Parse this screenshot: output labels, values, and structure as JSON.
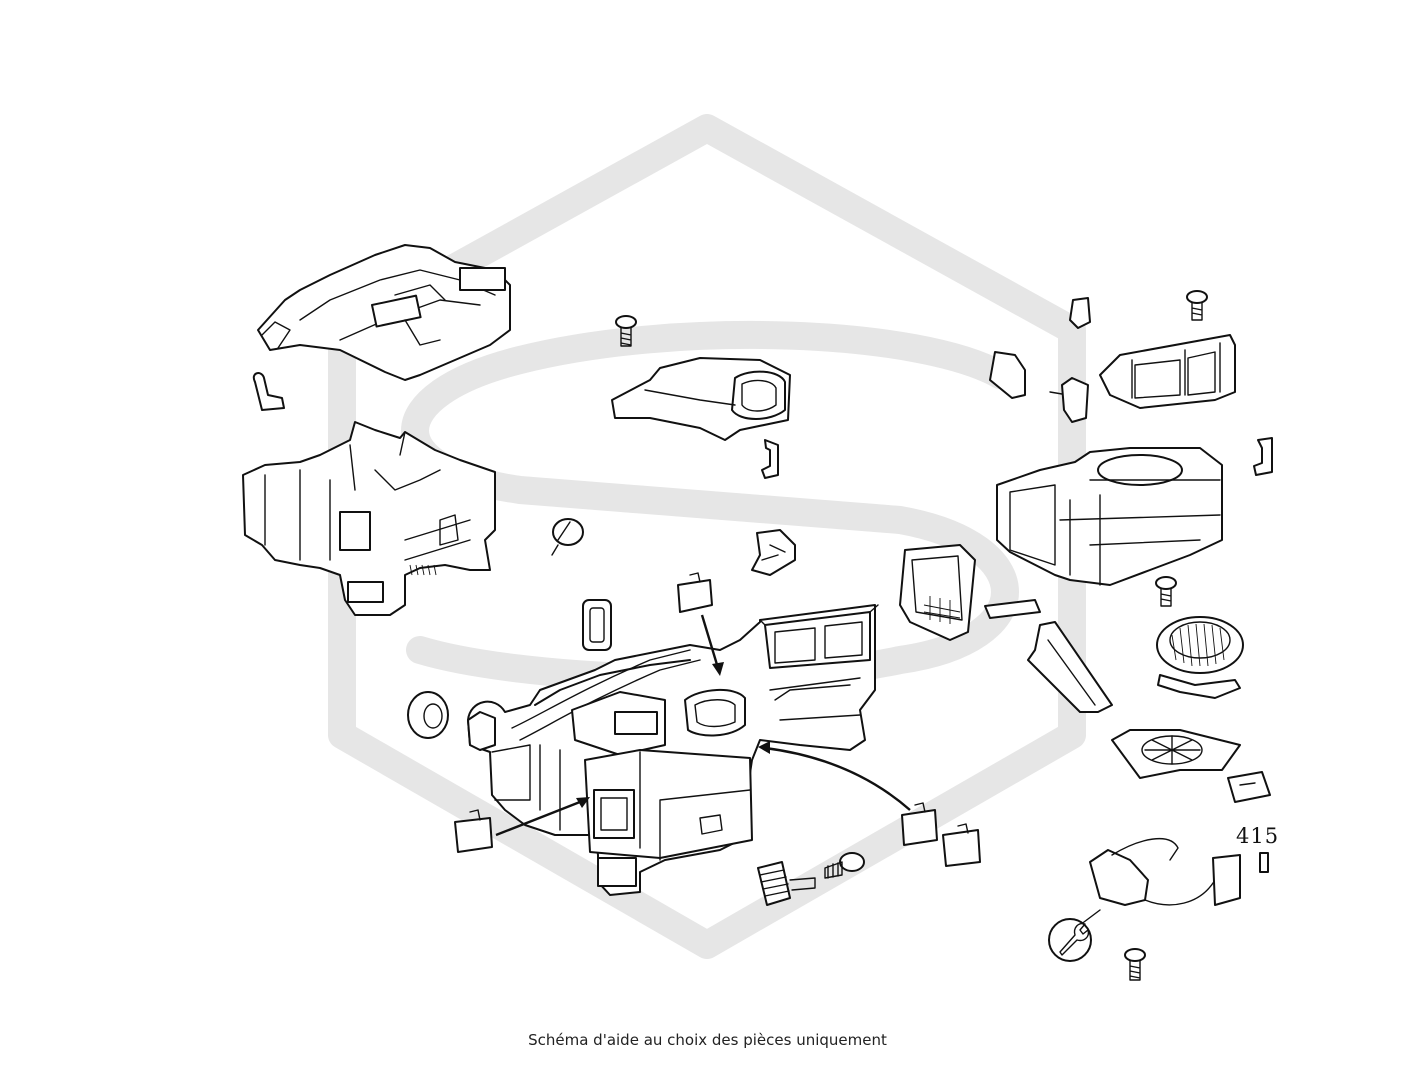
{
  "caption": "Schéma d'aide au choix des pièces uniquement",
  "part_number": "415",
  "colors": {
    "line": "#111111",
    "watermark": "#e6e6e6",
    "background": "#ffffff"
  },
  "icons": {
    "watermark": "brand-watermark-logo",
    "service": "wrench-icon"
  }
}
